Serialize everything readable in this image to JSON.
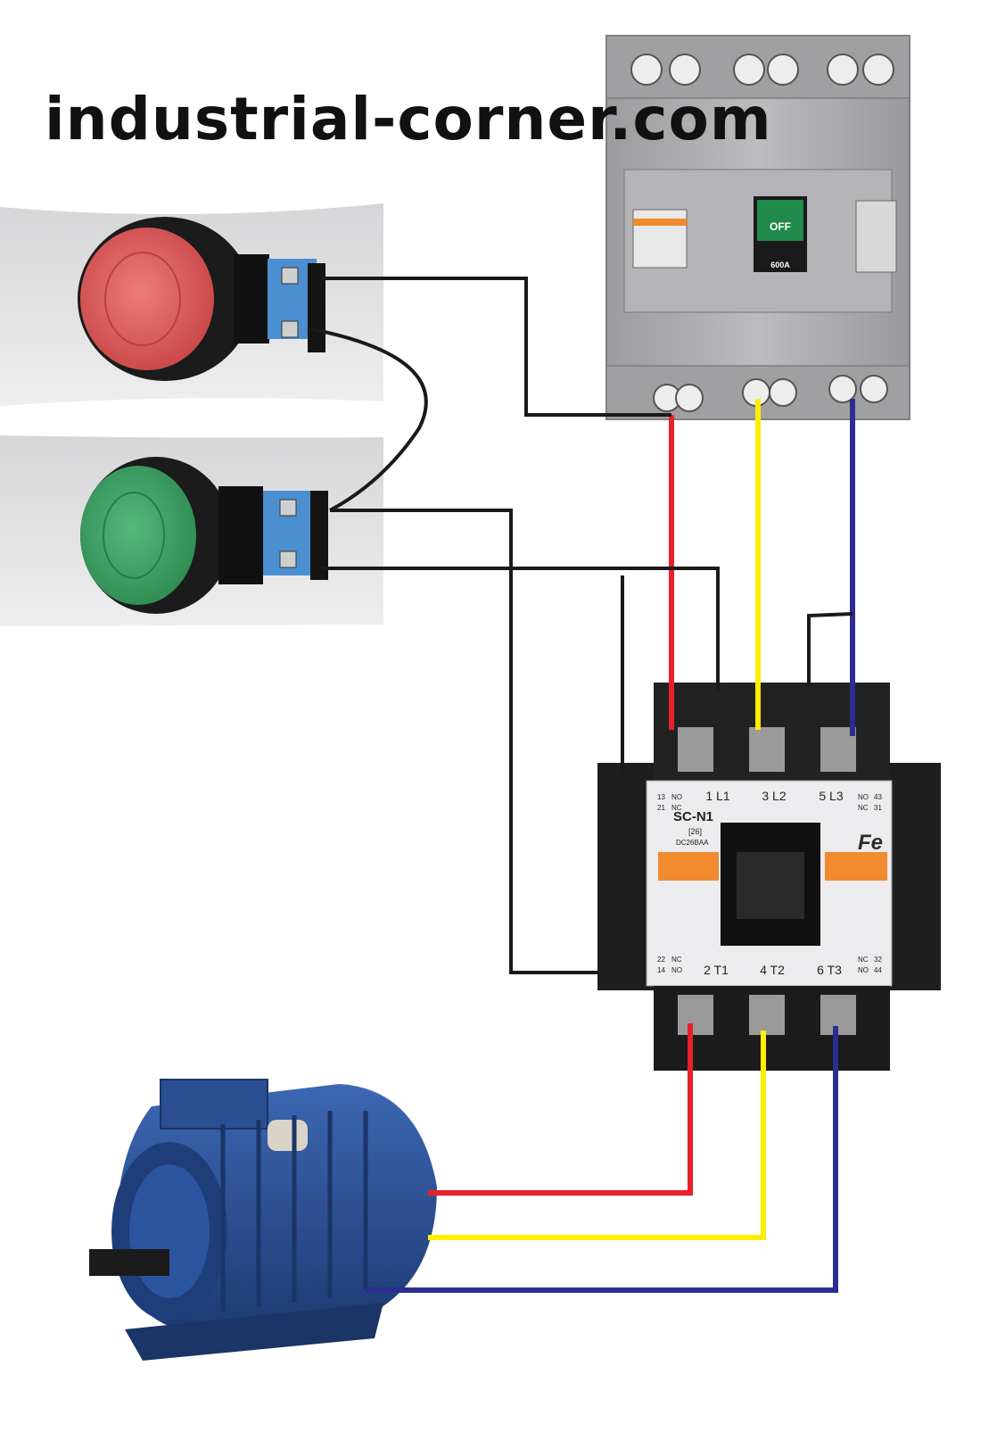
{
  "site_title": "industrial-corner.com",
  "breaker": {
    "toggle_text": "OFF",
    "rating_text": "600A"
  },
  "contactor": {
    "model": "SC-N1",
    "model_sub": "[26]",
    "model_sub2": "DC26BAA",
    "line_terminals": [
      "1 L1",
      "3 L2",
      "5 L3"
    ],
    "load_terminals": [
      "2 T1",
      "4 T2",
      "6 T3"
    ],
    "aux_left_top": [
      {
        "num": "13",
        "type": "NO"
      },
      {
        "num": "21",
        "type": "NC"
      }
    ],
    "aux_right_top": [
      {
        "num": "43",
        "type": "NO"
      },
      {
        "num": "31",
        "type": "NC"
      }
    ],
    "aux_left_bottom": [
      {
        "num": "22",
        "type": "NC"
      },
      {
        "num": "14",
        "type": "NO"
      }
    ],
    "aux_right_bottom": [
      {
        "num": "32",
        "type": "NC"
      },
      {
        "num": "44",
        "type": "NO"
      }
    ],
    "brand": "Fe"
  },
  "colors": {
    "wire_red": "#e8202a",
    "wire_yellow": "#ffee00",
    "wire_blue": "#2b2e8f",
    "wire_control": "#1a1a1a",
    "stop_button": "#e06464",
    "start_button": "#3fa263",
    "breaker_body": "#a9a9ab",
    "motor_body": "#2a4f92",
    "contactor_label": "#f28a30"
  },
  "icons": [
    "stop-button-icon",
    "start-button-icon",
    "circuit-breaker-icon",
    "contactor-icon",
    "motor-icon"
  ]
}
